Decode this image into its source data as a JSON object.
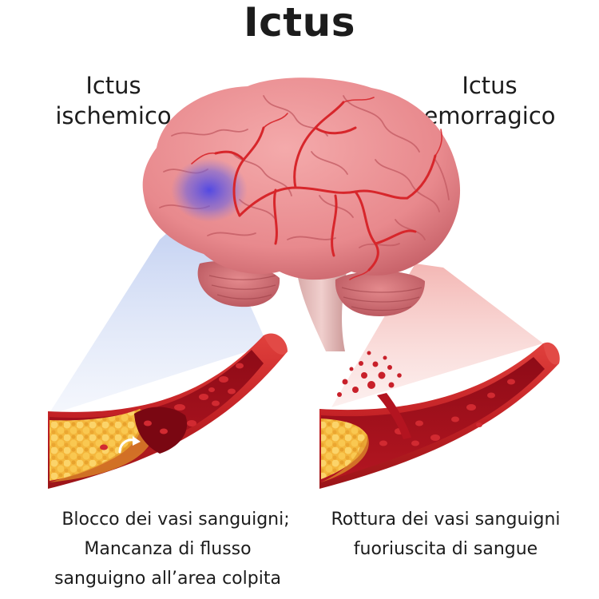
{
  "title": "Ictus",
  "labels": {
    "ischemic": [
      "Ictus",
      "ischemico"
    ],
    "hemorrhagic": [
      "Ictus",
      "emorragico"
    ]
  },
  "captions": {
    "ischemic": [
      "Blocco dei vasi sanguigni;",
      "Mancanza di flusso",
      "sanguigno all’area colpita"
    ],
    "hemorrhagic": [
      "Rottura dei vasi sanguigni",
      "fuoriuscita di sangue"
    ]
  },
  "colors": {
    "brain": "#e98e90",
    "brain_dark": "#c9646b",
    "artery": "#d7262b",
    "vessel_wall": "#c62a2a",
    "blood": "#a50d1c",
    "cell": "#d3262f",
    "plaque": "#f2b63c",
    "ischemia": "#5a4fe0",
    "ischemic_beam": "#cdd8f3",
    "hemorrhage_beam": "#f6c9c6"
  }
}
